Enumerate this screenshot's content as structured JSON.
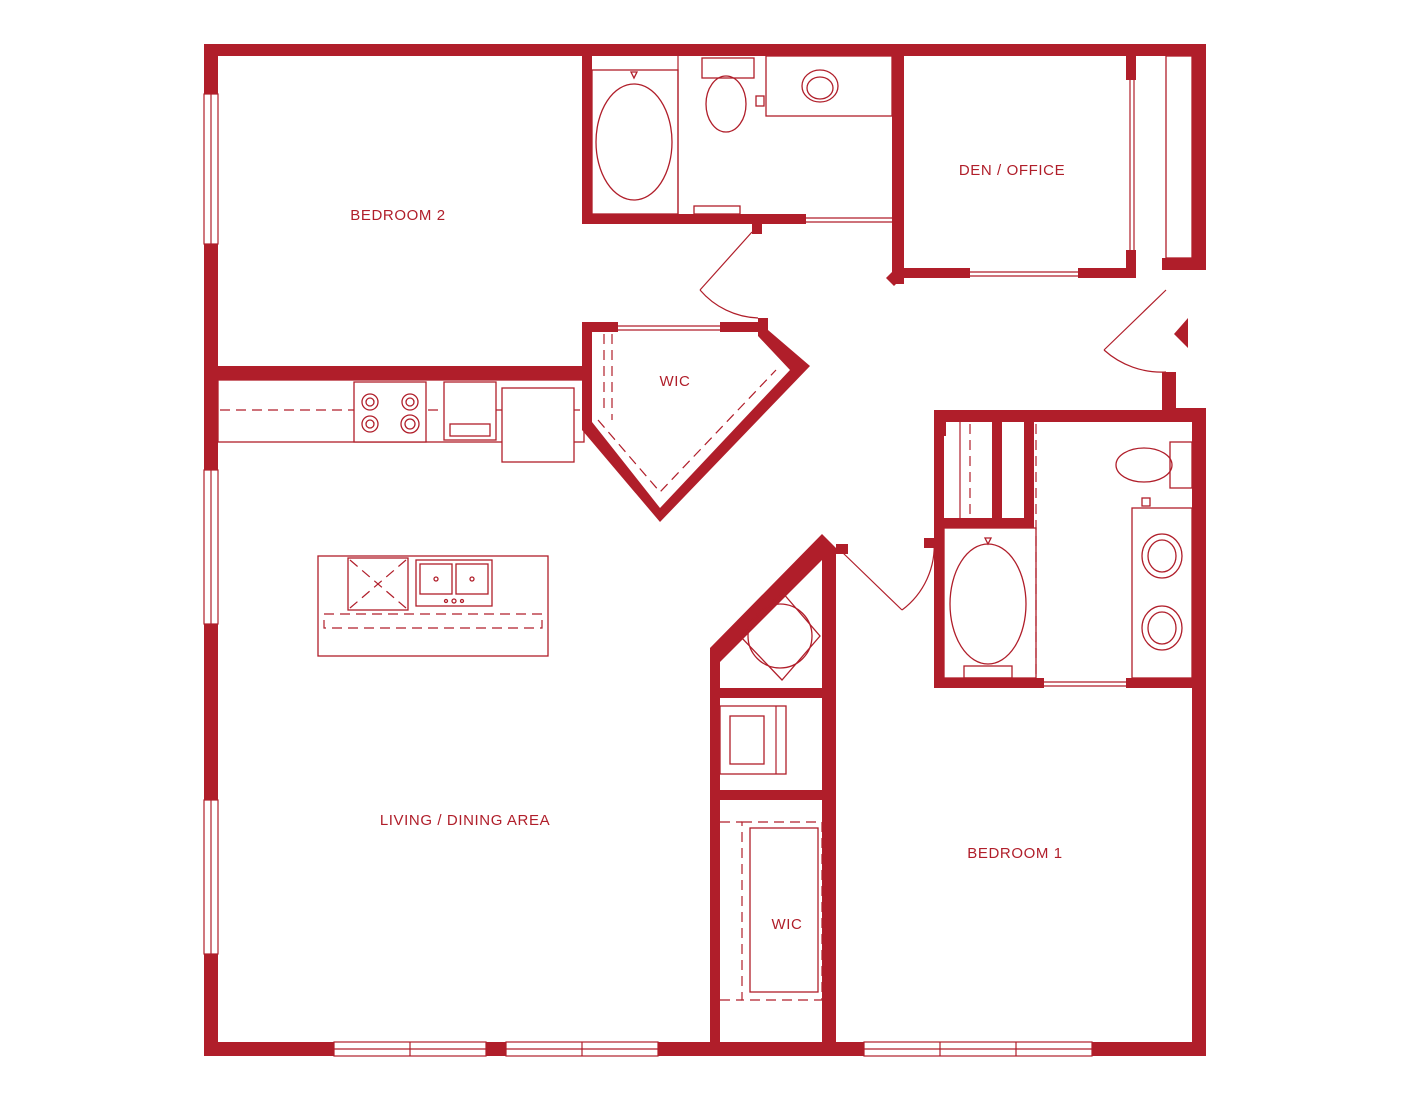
{
  "plan": {
    "colors": {
      "walls": "#b01e2a",
      "background": "#ffffff"
    },
    "rooms": {
      "bedroom2": "BEDROOM 2",
      "den_office": "DEN / OFFICE",
      "wic_upper": "WIC",
      "living_dining": "LIVING / DINING AREA",
      "bedroom1": "BEDROOM 1",
      "wic_lower": "WIC"
    }
  }
}
